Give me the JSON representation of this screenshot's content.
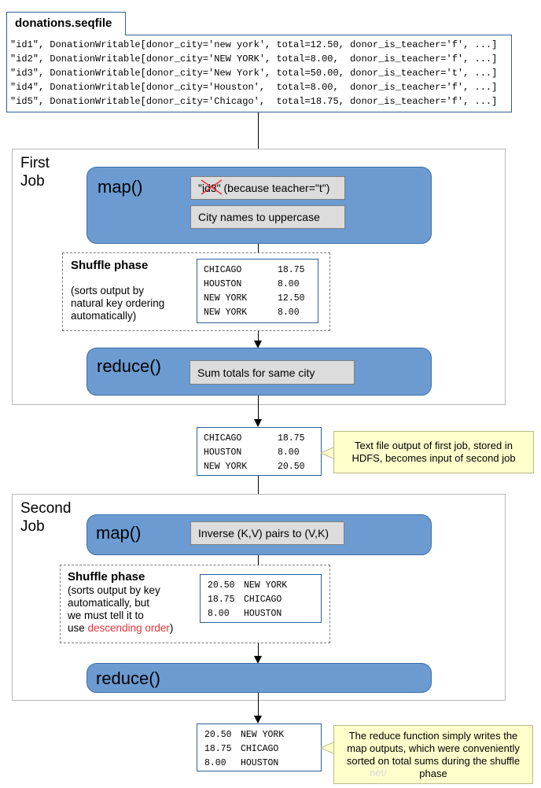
{
  "input": {
    "filename": "donations.seqfile",
    "lines": [
      "\"id1\", DonationWritable[donor_city='new york', total=12.50, donor_is_teacher='f', ...]",
      "\"id2\", DonationWritable[donor_city='NEW YORK', total=8.00,  donor_is_teacher='f', ...]",
      "\"id3\", DonationWritable[donor_city='New York', total=50.00, donor_is_teacher='t', ...]",
      "\"id4\", DonationWritable[donor_city='Houston',  total=8.00,  donor_is_teacher='f', ...]",
      "\"id5\", DonationWritable[donor_city='Chicago',  total=18.75, donor_is_teacher='f', ...]"
    ]
  },
  "job1": {
    "title": "First\nJob",
    "map": {
      "label": "map()",
      "filter_id": "\"id3\"",
      "filter_reason": " (because teacher=\"t\")",
      "step2": "City names to uppercase"
    },
    "shuffle": {
      "title": "Shuffle phase",
      "desc": "(sorts output by\nnatural key ordering\nautomatically)",
      "rows": [
        [
          "CHICAGO",
          "18.75"
        ],
        [
          "HOUSTON",
          "8.00"
        ],
        [
          "NEW YORK",
          "12.50"
        ],
        [
          "NEW YORK",
          "8.00"
        ]
      ]
    },
    "reduce": {
      "label": "reduce()",
      "step": "Sum totals for same city"
    }
  },
  "intermediate": {
    "rows": [
      [
        "CHICAGO",
        "18.75"
      ],
      [
        "HOUSTON",
        "8.00"
      ],
      [
        "NEW YORK",
        "20.50"
      ]
    ],
    "note": "Text file output of first job, stored in HDFS, becomes input of second job"
  },
  "job2": {
    "title": "Second\nJob",
    "map": {
      "label": "map()",
      "step": "Inverse (K,V) pairs to (V,K)"
    },
    "shuffle": {
      "title": "Shuffle phase",
      "desc_plain": "(sorts output by key\nautomatically, but\nwe must tell it to\nuse ",
      "desc_highlight": "descending order",
      "desc_end": ")",
      "rows": [
        [
          "20.50",
          "NEW YORK"
        ],
        [
          "18.75",
          "CHICAGO"
        ],
        [
          "8.00",
          "HOUSTON"
        ]
      ]
    },
    "reduce": {
      "label": "reduce()"
    }
  },
  "final": {
    "rows": [
      [
        "20.50",
        "NEW YORK"
      ],
      [
        "18.75",
        "CHICAGO"
      ],
      [
        "8.00",
        "HOUSTON"
      ]
    ],
    "note": "The reduce function simply writes the map outputs, which were conveniently sorted on total sums during the shuffle phase"
  },
  "watermark": "net/",
  "colors": {
    "phase_blue": "#6b9bd1",
    "table_border": "#2f5f98",
    "note_bg": "#ffffcc",
    "highlight_red": "#e8333a",
    "cross_red": "#e8333a"
  }
}
